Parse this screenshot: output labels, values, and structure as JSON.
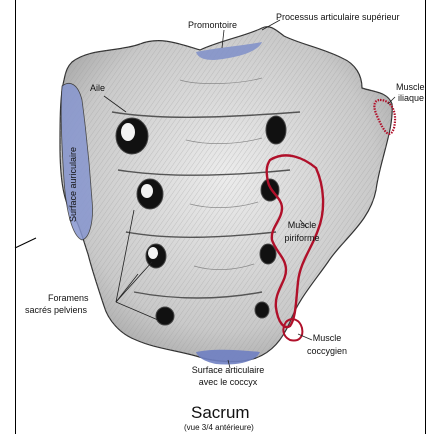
{
  "labels": {
    "promontoire": "Promontoire",
    "processus": "Processus articulaire supérieur",
    "aile": "Aile",
    "surface_auriculaire": "Surface auriculaire",
    "muscle_iliaque_1": "Muscle",
    "muscle_iliaque_2": "iliaque",
    "muscle_piriforme_1": "Muscle",
    "muscle_piriforme_2": "piriforme",
    "foramens_1": "Foramens",
    "foramens_2": "sacrés pelviens",
    "muscle_coccygien_1": "Muscle",
    "muscle_coccygien_2": "coccygien",
    "surface_coccyx_1": "Surface articulaire",
    "surface_coccyx_2": "avec le coccyx"
  },
  "title": "Sacrum",
  "subtitle": "(vue 3/4 antérieure)",
  "colors": {
    "bone_fill": "#d9d9d9",
    "bone_shade": "#8f8f8f",
    "muscle_outline": "#b0102a",
    "articular_surface": "#7f8fc9"
  }
}
